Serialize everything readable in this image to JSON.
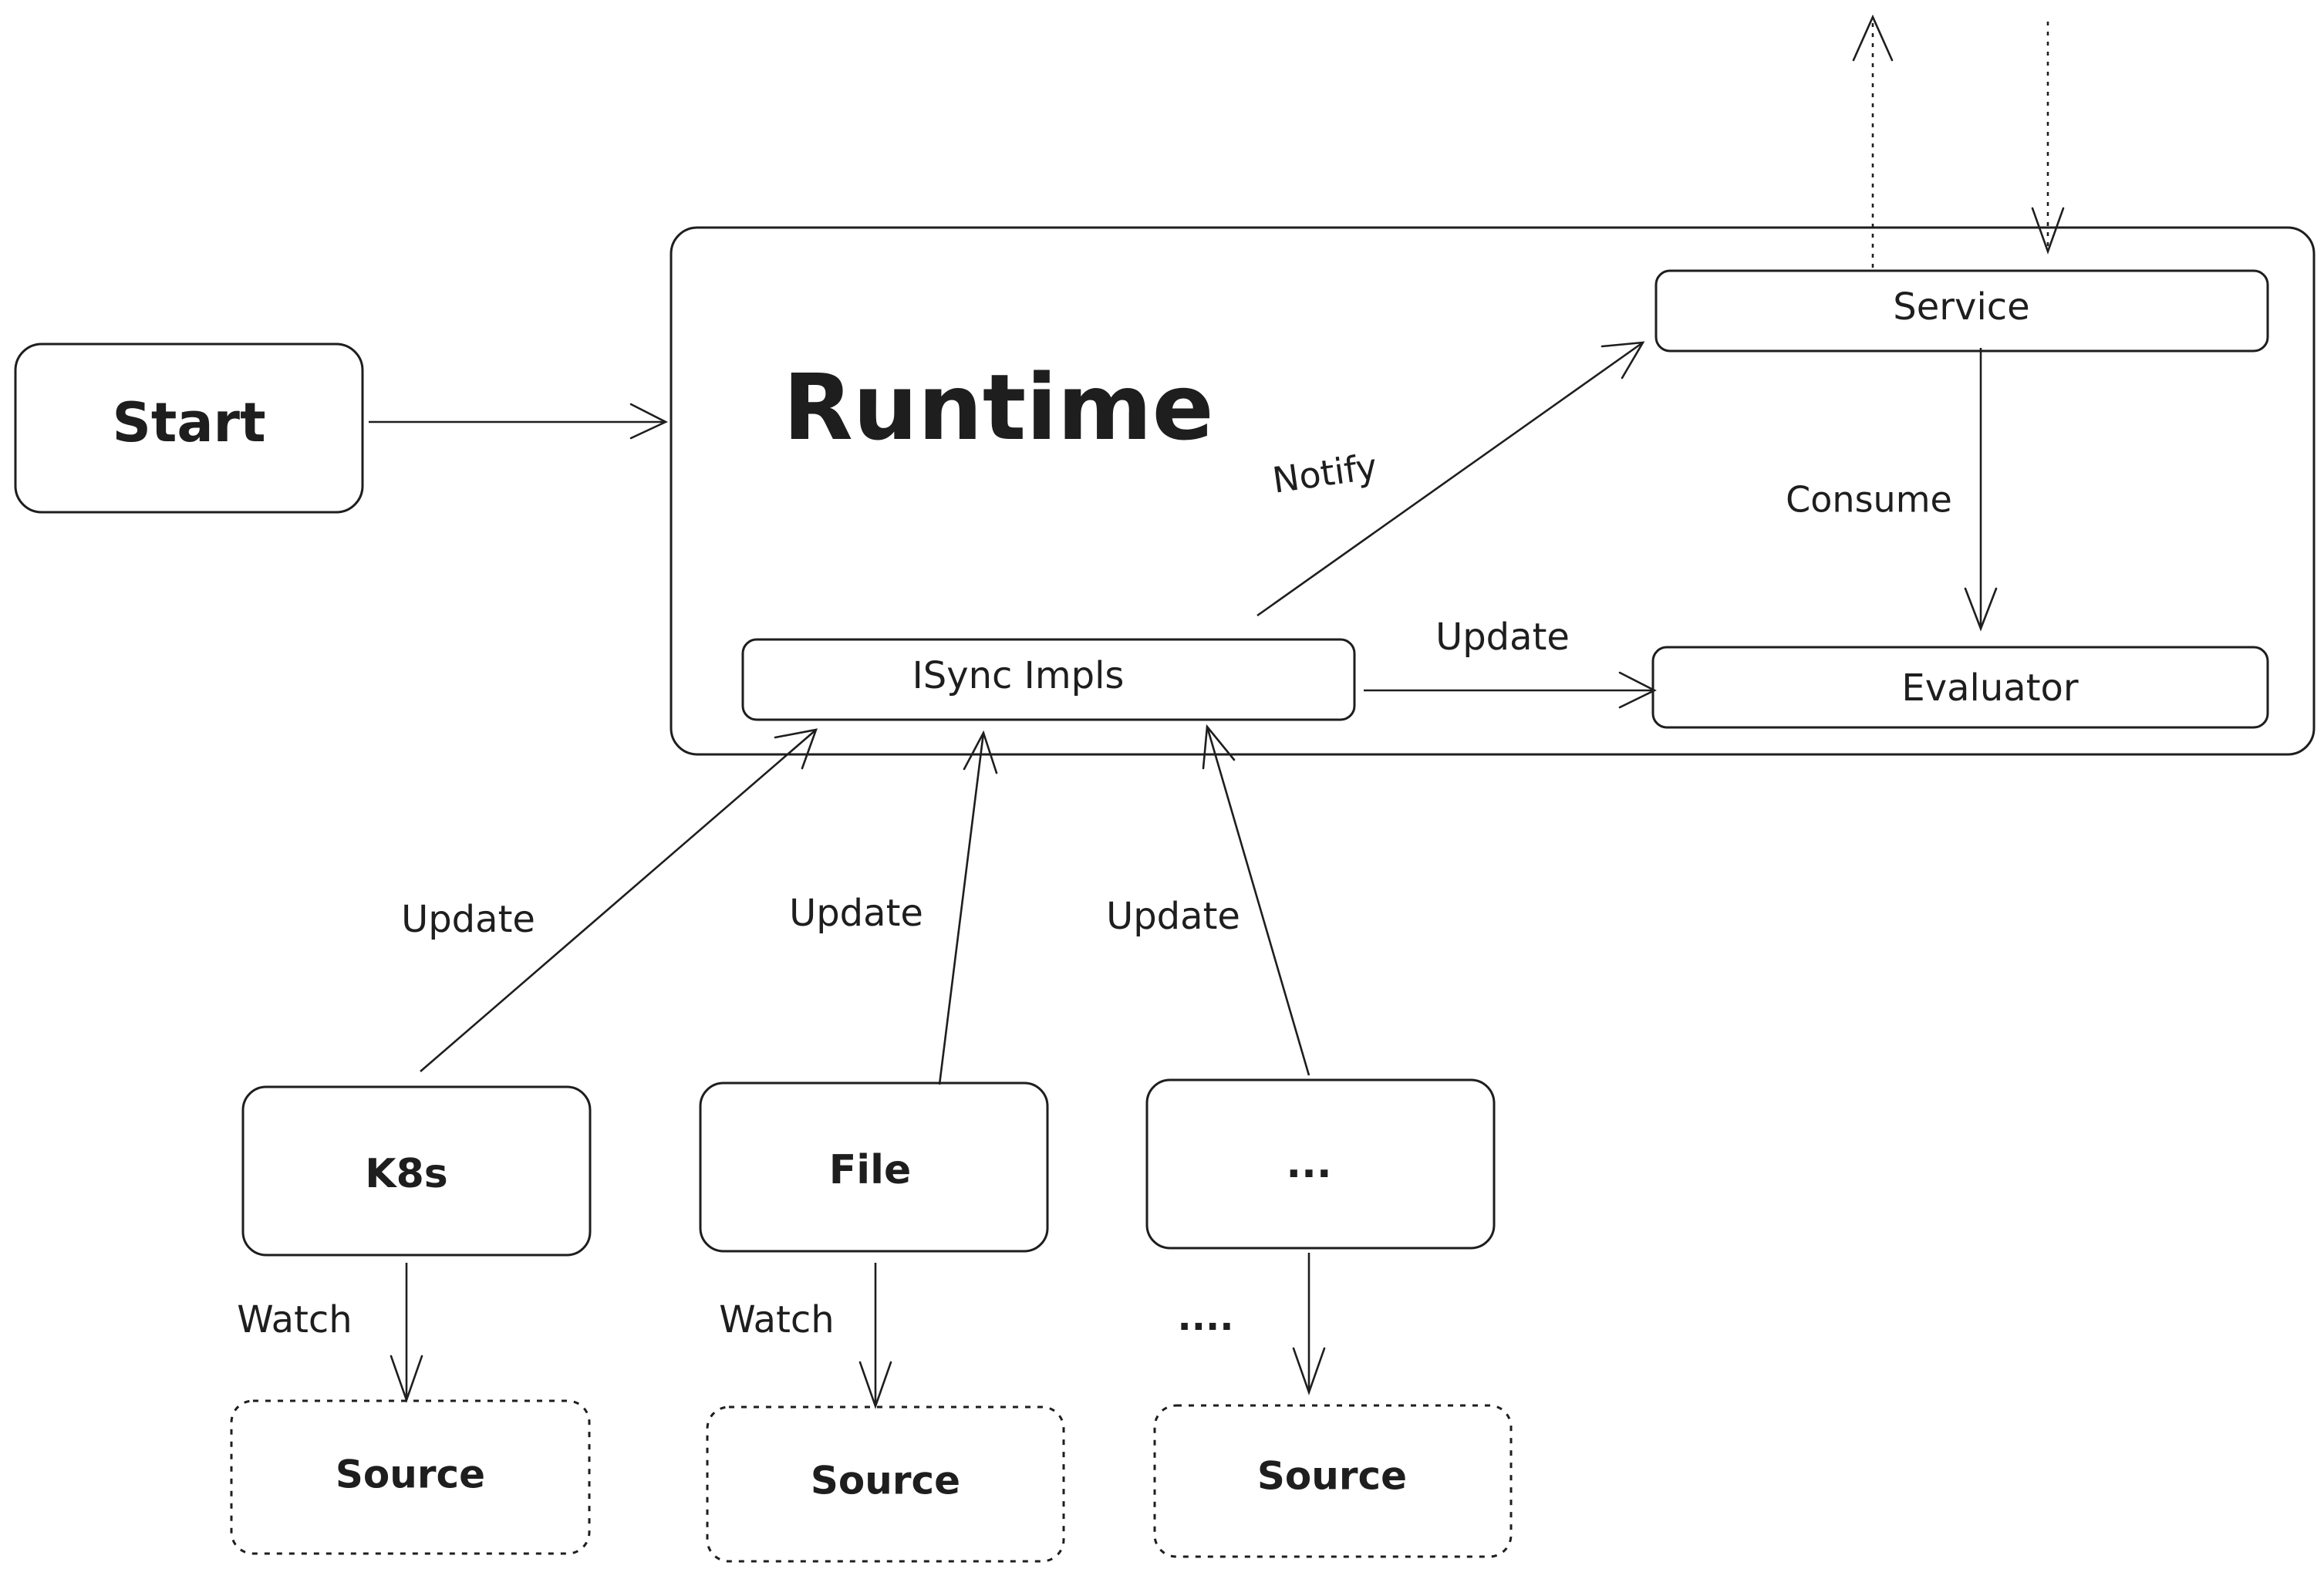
{
  "nodes": {
    "start": "Start",
    "runtime": "Runtime",
    "service": "Service",
    "evaluator": "Evaluator",
    "isync": "ISync Impls",
    "k8s": "K8s",
    "file": "File",
    "more": "...",
    "source_1": "Source",
    "source_2": "Source",
    "source_3": "Source"
  },
  "edges": {
    "notify": "Notify",
    "consume": "Consume",
    "update_evaluator": "Update",
    "update_k8s": "Update",
    "update_file": "Update",
    "update_more": "Update",
    "watch_k8s": "Watch",
    "watch_file": "Watch",
    "watch_more": "...."
  },
  "colors": {
    "stroke": "#1e1e1e",
    "background": "#ffffff"
  }
}
